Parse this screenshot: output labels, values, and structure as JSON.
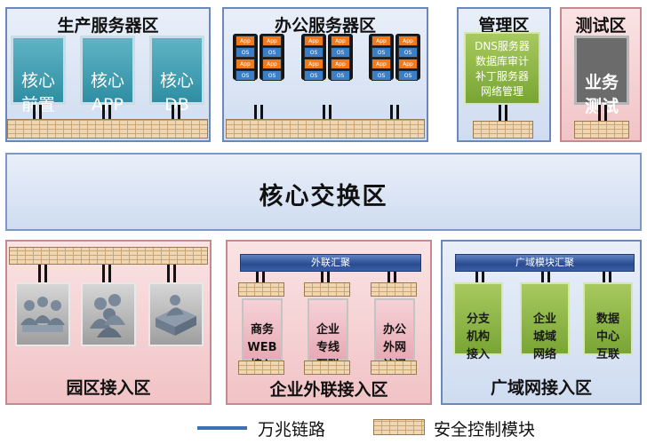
{
  "zones": {
    "production": {
      "title": "生产服务器区",
      "servers": [
        "核心\n前置",
        "核心\nAPP",
        "核心\nDB"
      ]
    },
    "office": {
      "title": "办公服务器区",
      "chip_app": "App",
      "chip_os": "OS"
    },
    "management": {
      "title": "管理区",
      "lines": [
        "DNS服务器",
        "数据库审计",
        "补丁服务器",
        "网络管理"
      ]
    },
    "test": {
      "title": "测试区",
      "box": "业务\n测试"
    },
    "core": {
      "title": "核心交换区"
    },
    "campus": {
      "title": "园区接入区",
      "icons": [
        "user-group-icon",
        "users-icon",
        "building-icon"
      ]
    },
    "external": {
      "title": "企业外联接入区",
      "bus": "外联汇聚",
      "boxes": [
        "商务\nWEB\n接入",
        "企业\n专线\n互联",
        "办公\n外网\n访问"
      ]
    },
    "wan": {
      "title": "广域网接入区",
      "bus": "广域模块汇聚",
      "boxes": [
        "分支\n机构\n接入",
        "企业\n城域\n网络",
        "数据\n中心\n互联"
      ]
    }
  },
  "legend": {
    "link_label": "万兆链路",
    "security_label": "安全控制模块"
  },
  "colors": {
    "zone_blue": "#dce6f4",
    "zone_pink": "#f4ccd0",
    "teal": "#3f9fb2",
    "green": "#8fb848",
    "bus": "#2f4f93",
    "link": "#3f6fb5"
  }
}
